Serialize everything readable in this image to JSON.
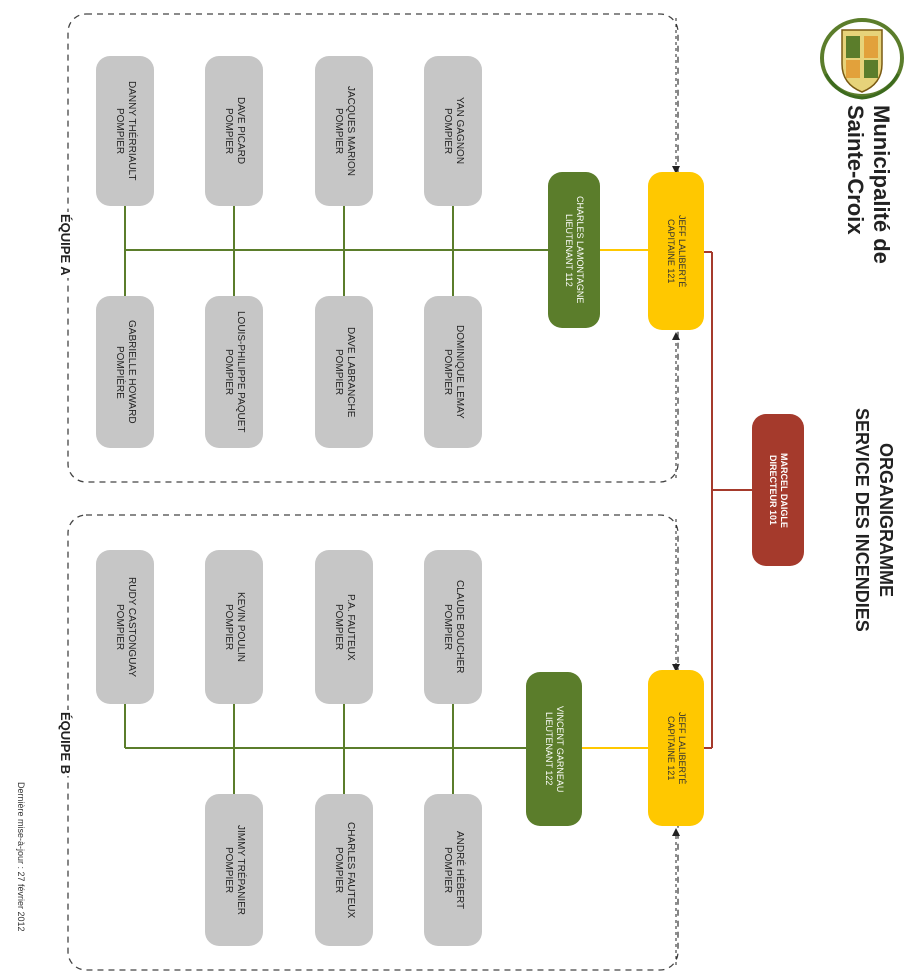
{
  "brand": {
    "name_line1": "Municipalité de",
    "name_line2": "Sainte-Croix"
  },
  "title": {
    "line1": "ORGANIGRAMME",
    "line2": "SERVICE DES INCENDIES"
  },
  "director": {
    "name": "MARCEL DAIGLE",
    "role": "DIRECTEUR 101"
  },
  "team_a": {
    "label": "ÉQUIPE A",
    "captain": {
      "name": "JEFF LALIBERTÉ",
      "role": "CAPITAINE 121"
    },
    "lieutenant": {
      "name": "CHARLES LAMONTAGNE",
      "role": "LIEUTENANT 112"
    },
    "members_left": [
      {
        "name": "YAN GAGNON",
        "role": "POMPIER"
      },
      {
        "name": "JACQUES MARION",
        "role": "POMPIER"
      },
      {
        "name": "DAVE PICARD",
        "role": "POMPIER"
      },
      {
        "name": "DANNY THÉRRIAULT",
        "role": "POMPIER"
      }
    ],
    "members_right": [
      {
        "name": "DOMINIQUE LEMAY",
        "role": "POMPIER"
      },
      {
        "name": "DAVE LABRANCHE",
        "role": "POMPIER"
      },
      {
        "name": "LOUIS-PHILIPPE PAQUET",
        "role": "POMPIER"
      },
      {
        "name": "GABRIELLE HOWARD",
        "role": "POMPIÈRE"
      }
    ]
  },
  "team_b": {
    "label": "ÉQUIPE B",
    "captain": {
      "name": "JEFF LALIBERTÉ",
      "role": "CAPITAINE 121"
    },
    "lieutenant": {
      "name": "VINCENT GARNEAU",
      "role": "LIEUTENANT 122"
    },
    "members_left": [
      {
        "name": "CLAUDE BOUCHER",
        "role": "POMPIER"
      },
      {
        "name": "P.A. FAUTEUX",
        "role": "POMPIER"
      },
      {
        "name": "KEVIN POULIN",
        "role": "POMPIER"
      },
      {
        "name": "RUDY CASTONGUAY",
        "role": "POMPIER"
      }
    ],
    "members_right": [
      {
        "name": "ANDRÉ HÉBERT",
        "role": "POMPIER"
      },
      {
        "name": "CHARLES FAUTEUX",
        "role": "POMPIER"
      },
      {
        "name": "JIMMY TRÉPANIER",
        "role": "POMPIER"
      }
    ]
  },
  "footer": {
    "updated": "Dernière mise-à-jour : 27 février 2012"
  },
  "colors": {
    "director": "#a53a2c",
    "captain": "#ffc800",
    "lieutenant": "#5b7d2b",
    "member": "#c6c6c6",
    "member_line": "#5b7d2b",
    "lieutenant_line": "#ffc800",
    "director_line": "#a53a2c"
  }
}
